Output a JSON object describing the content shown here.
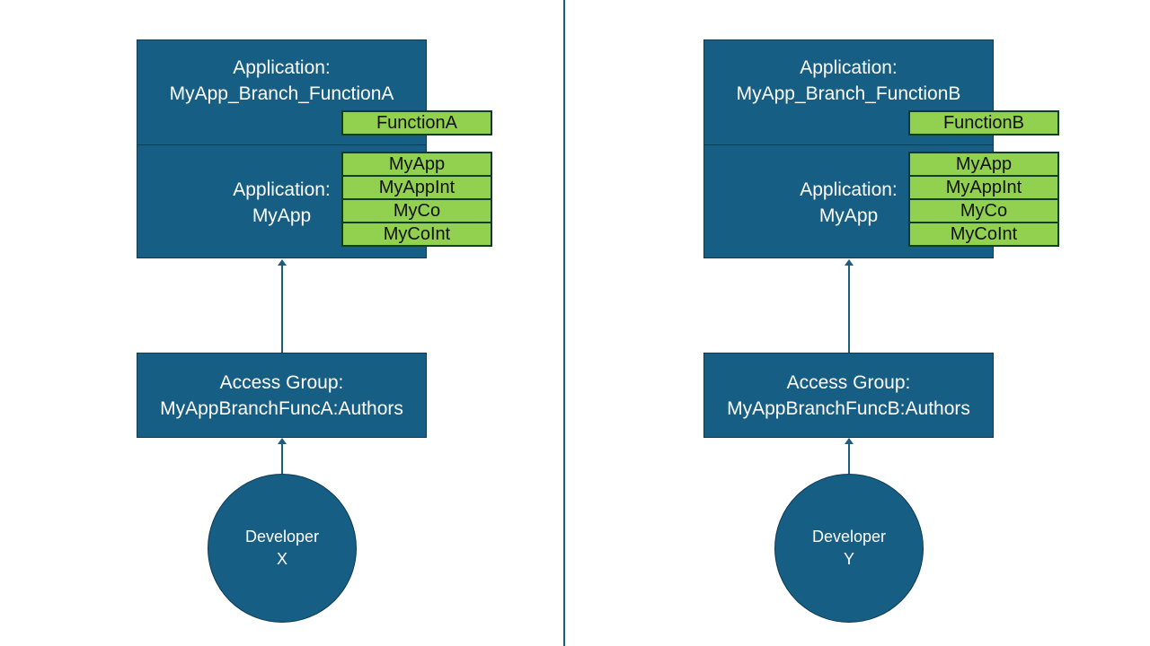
{
  "diagrams": [
    {
      "app": {
        "label": "Application:",
        "name": "MyApp_Branch_FunctionA"
      },
      "function_tag": "FunctionA",
      "base_app": {
        "label": "Application:",
        "name": "MyApp"
      },
      "base_tags": [
        "MyApp",
        "MyAppInt",
        "MyCo",
        "MyCoInt"
      ],
      "access_group": {
        "label": "Access Group:",
        "name": "MyAppBranchFuncA:Authors"
      },
      "developer": {
        "label": "Developer",
        "name": "X"
      }
    },
    {
      "app": {
        "label": "Application:",
        "name": "MyApp_Branch_FunctionB"
      },
      "function_tag": "FunctionB",
      "base_app": {
        "label": "Application:",
        "name": "MyApp"
      },
      "base_tags": [
        "MyApp",
        "MyAppInt",
        "MyCo",
        "MyCoInt"
      ],
      "access_group": {
        "label": "Access Group:",
        "name": "MyAppBranchFuncB:Authors"
      },
      "developer": {
        "label": "Developer",
        "name": "Y"
      }
    }
  ],
  "colors": {
    "box_fill": "#165e83",
    "tag_fill": "#92d050",
    "line": "#1b5e80"
  }
}
